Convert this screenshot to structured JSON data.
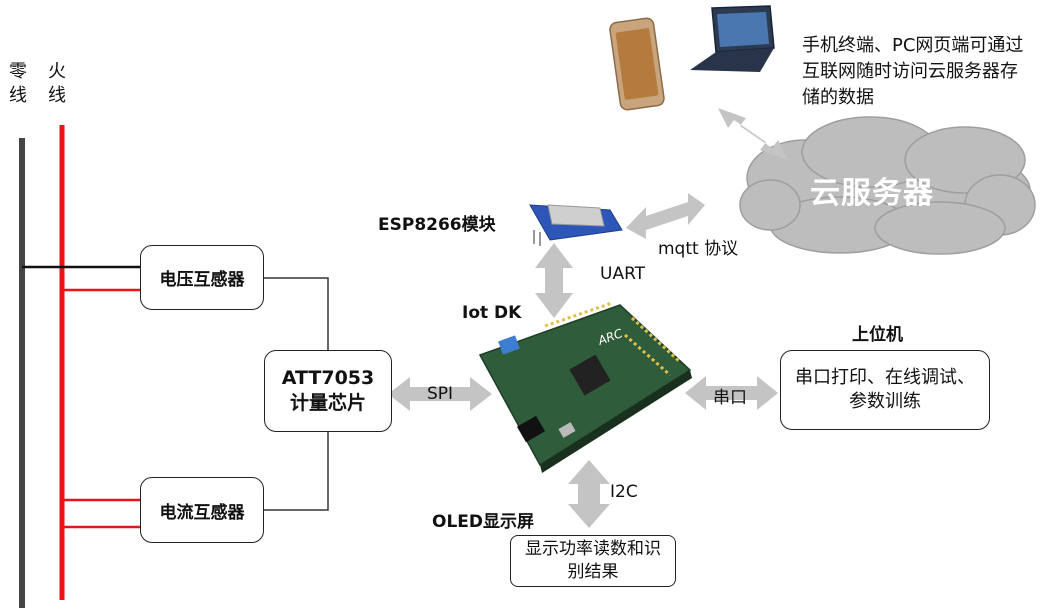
{
  "wires": {
    "neutral_label_1": "零",
    "neutral_label_2": "线",
    "live_label_1": "火",
    "live_label_2": "线"
  },
  "boxes": {
    "voltage_transformer": "电压互感器",
    "current_transformer": "电流互感器",
    "meter_chip_1": "ATT7053",
    "meter_chip_2": "计量芯片",
    "host_pc": "串口打印、在线调试、参数训练",
    "oled_content": "显示功率读数和识别结果"
  },
  "labels": {
    "esp_module": "ESP8266模块",
    "iot_dk": "Iot DK",
    "host_title": "上位机",
    "oled_title": "OLED显示屏",
    "cloud": "云服务器",
    "devices_note": "手机终端、PC网页端可通过互联网随时访问云服务器存储的数据"
  },
  "links": {
    "spi": "SPI",
    "uart": "UART",
    "mqtt": "mqtt 协议",
    "serial": "串口",
    "i2c": "I2C"
  },
  "colors": {
    "live_wire": "#e8141a",
    "neutral_wire": "#444444",
    "arrow": "#c4c4c4",
    "cloud": "#bdbdbd",
    "board": "#2f5c3a"
  }
}
